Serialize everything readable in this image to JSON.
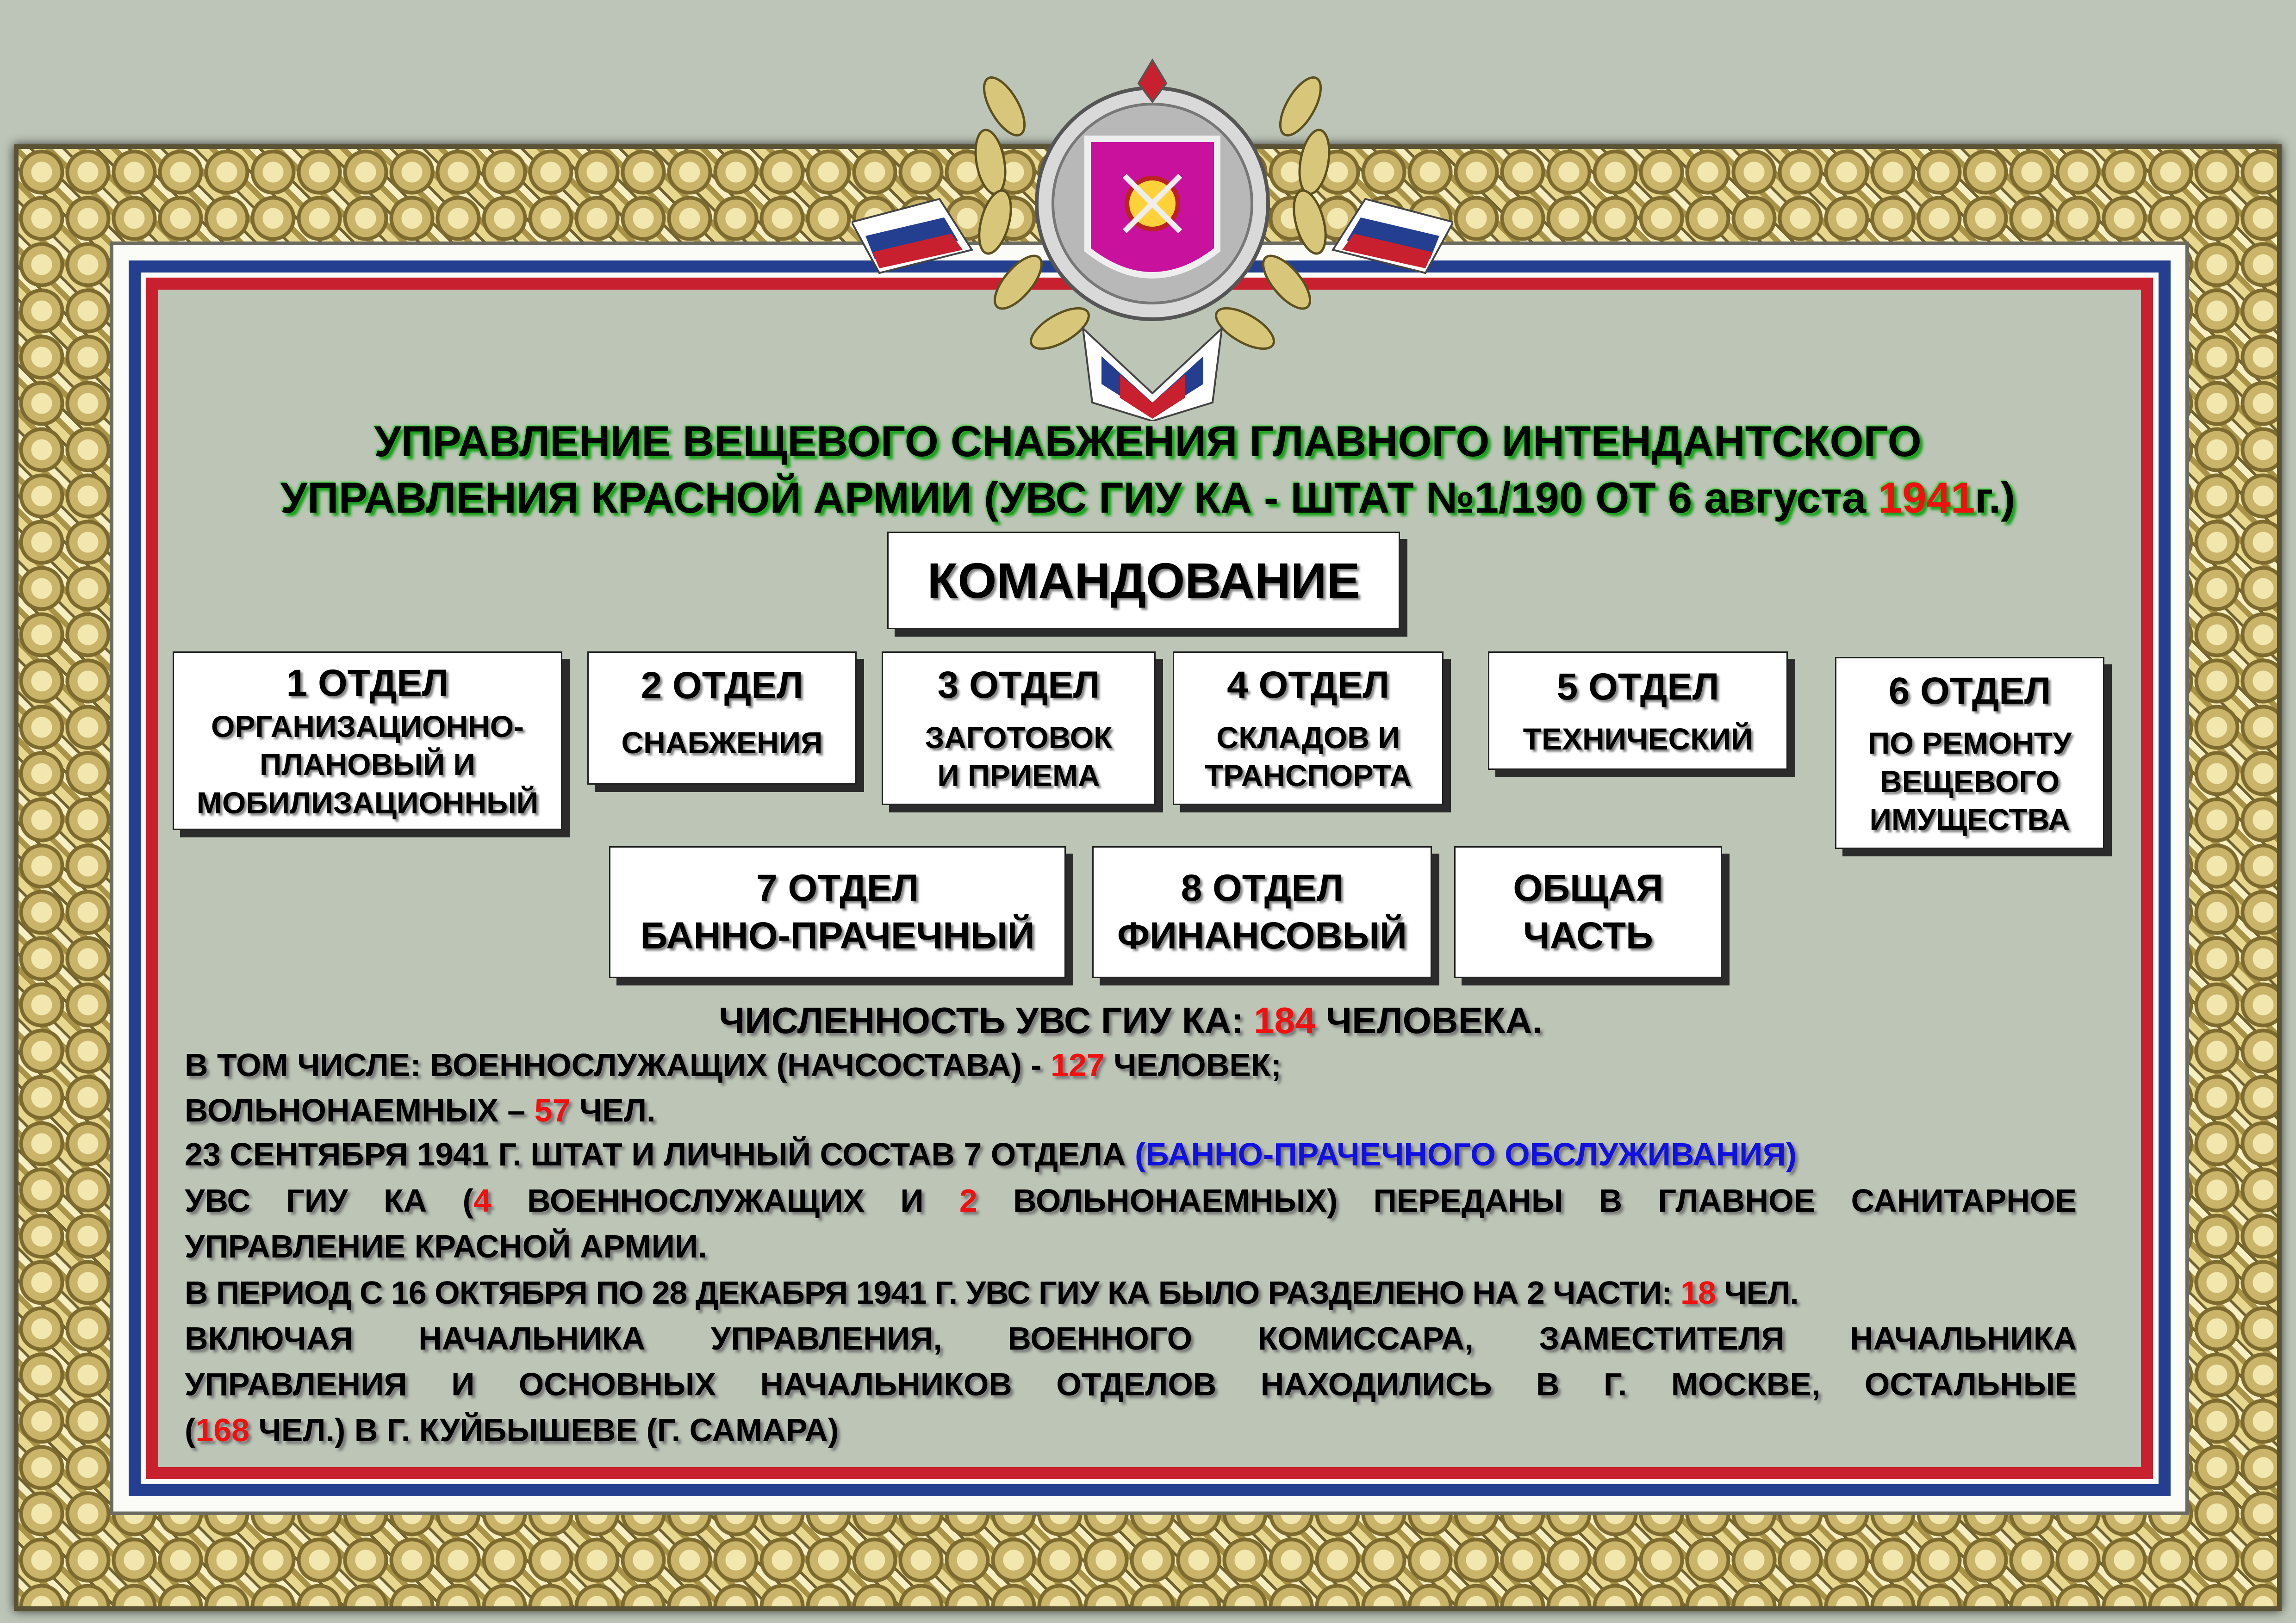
{
  "title": {
    "line1": "УПРАВЛЕНИЕ ВЕЩЕВОГО СНАБЖЕНИЯ  ГЛАВНОГО ИНТЕНДАНТСКОГО",
    "line2_a": "УПРАВЛЕНИЯ КРАСНОЙ АРМИИ (УВС ГИУ КА - ШТАТ №1/190 ОТ 6 августа ",
    "line2_year": "1941",
    "line2_b": "г.)"
  },
  "command": "КОМАНДОВАНИЕ",
  "departments": [
    {
      "h": "1 ОТДЕЛ",
      "s": [
        "ОРГАНИЗАЦИОННО-",
        "ПЛАНОВЫЙ И",
        "МОБИЛИЗАЦИОННЫЙ"
      ]
    },
    {
      "h": "2 ОТДЕЛ",
      "s": [
        "СНАБЖЕНИЯ"
      ]
    },
    {
      "h": "3 ОТДЕЛ",
      "s": [
        "ЗАГОТОВОК",
        "И ПРИЕМА"
      ]
    },
    {
      "h": "4 ОТДЕЛ",
      "s": [
        "СКЛАДОВ И",
        "ТРАНСПОРТА"
      ]
    },
    {
      "h": "5 ОТДЕЛ",
      "s": [
        "ТЕХНИЧЕСКИЙ"
      ]
    },
    {
      "h": "6 ОТДЕЛ",
      "s": [
        "ПО РЕМОНТУ",
        "ВЕЩЕВОГО",
        "ИМУЩЕСТВА"
      ]
    },
    {
      "h": "7 ОТДЕЛ",
      "s": [
        "БАННО-ПРАЧЕЧНЫЙ"
      ]
    },
    {
      "h": "8 ОТДЕЛ",
      "s": [
        "ФИНАНСОВЫЙ"
      ]
    },
    {
      "h": "ОБЩАЯ",
      "s": [
        "ЧАСТЬ"
      ]
    }
  ],
  "info": {
    "l1": [
      "ЧИСЛЕННОСТЬ УВС ГИУ КА: ",
      "184",
      " ЧЕЛОВЕКА."
    ],
    "l2": [
      "В ТОМ ЧИСЛЕ: ВОЕННОСЛУЖАЩИХ (НАЧСОСТАВА) - ",
      "127",
      " ЧЕЛОВЕК;"
    ],
    "l3": [
      "ВОЛЬНОНАЕМНЫХ – ",
      "57",
      " ЧЕЛ."
    ],
    "l4": [
      "23 СЕНТЯБРЯ 1941 Г. ШТАТ И ЛИЧНЫЙ СОСТАВ 7 ОТДЕЛА ",
      "(БАННО-ПРАЧЕЧНОГО ОБСЛУЖИВАНИЯ)"
    ],
    "l5": [
      "УВС ГИУ КА (",
      "4",
      " ВОЕННОСЛУЖАЩИХ И ",
      "2",
      " ВОЛЬНОНАЕМНЫХ) ПЕРЕДАНЫ В ГЛАВНОЕ САНИТАРНОЕ"
    ],
    "l6": "УПРАВЛЕНИЕ КРАСНОЙ АРМИИ.",
    "l7": [
      "В ПЕРИОД С 16 ОКТЯБРЯ ПО 28 ДЕКАБРЯ 1941 Г. УВС ГИУ КА БЫЛО РАЗДЕЛЕНО НА 2 ЧАСТИ: ",
      "18",
      " ЧЕЛ."
    ],
    "l8": "ВКЛЮЧАЯ НАЧАЛЬНИКА УПРАВЛЕНИЯ, ВОЕННОГО КОМИССАРА, ЗАМЕСТИТЕЛЯ НАЧАЛЬНИКА",
    "l9": "УПРАВЛЕНИЯ И ОСНОВНЫХ НАЧАЛЬНИКОВ ОТДЕЛОВ НАХОДИЛИСЬ В Г. МОСКВЕ, ОСТАЛЬНЫЕ",
    "l10": [
      "(",
      "168",
      " ЧЕЛ.) В Г. КУЙБЫШЕВЕ (Г. САМАРА)"
    ]
  },
  "colors": {
    "background": "#bcc5b6",
    "red": "#f01010",
    "blue": "#1010e0",
    "flag_blue": "#243f8f",
    "flag_red": "#c8202e",
    "emblem_magenta": "#c8119c",
    "title_glow": "#17a31a"
  }
}
